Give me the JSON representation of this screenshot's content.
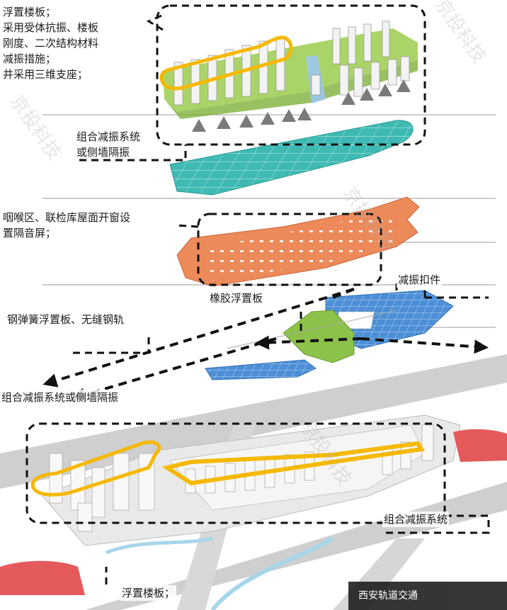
{
  "labels": {
    "top_floating_slab": [
      "浮置楼板；",
      "采用受体抗振、楼板",
      "刚度、二次结构材料",
      "减振措施；",
      "井采用三维支座；"
    ],
    "combo_system_or_side_wall": [
      "组合减振系统",
      "或侧墙隔振"
    ],
    "throat_area": [
      "咽喉区、联检库屋面开窗设",
      "置隔音屏；"
    ],
    "rubber_floating_slab": "橡胶浮置板",
    "vibration_fastener": "减振扣件",
    "steel_spring_slab": "钢弹簧浮置板、无缝钢轨",
    "combo_system_or_side_wall_long": "组合减振系统或侧墙隔振",
    "combo_system": "组合减振系统",
    "bottom_floating_slab": "浮置楼板；"
  },
  "watermark": "京投科技",
  "badge_text": "西安轨道交通",
  "colors": {
    "green_slab": "#9ccc4e",
    "teal_slab": "#3bb6b0",
    "orange_slab": "#ec8a5a",
    "blue_slab": "#4a90d6",
    "highlight": "#f5b800",
    "dash": "#111111"
  }
}
